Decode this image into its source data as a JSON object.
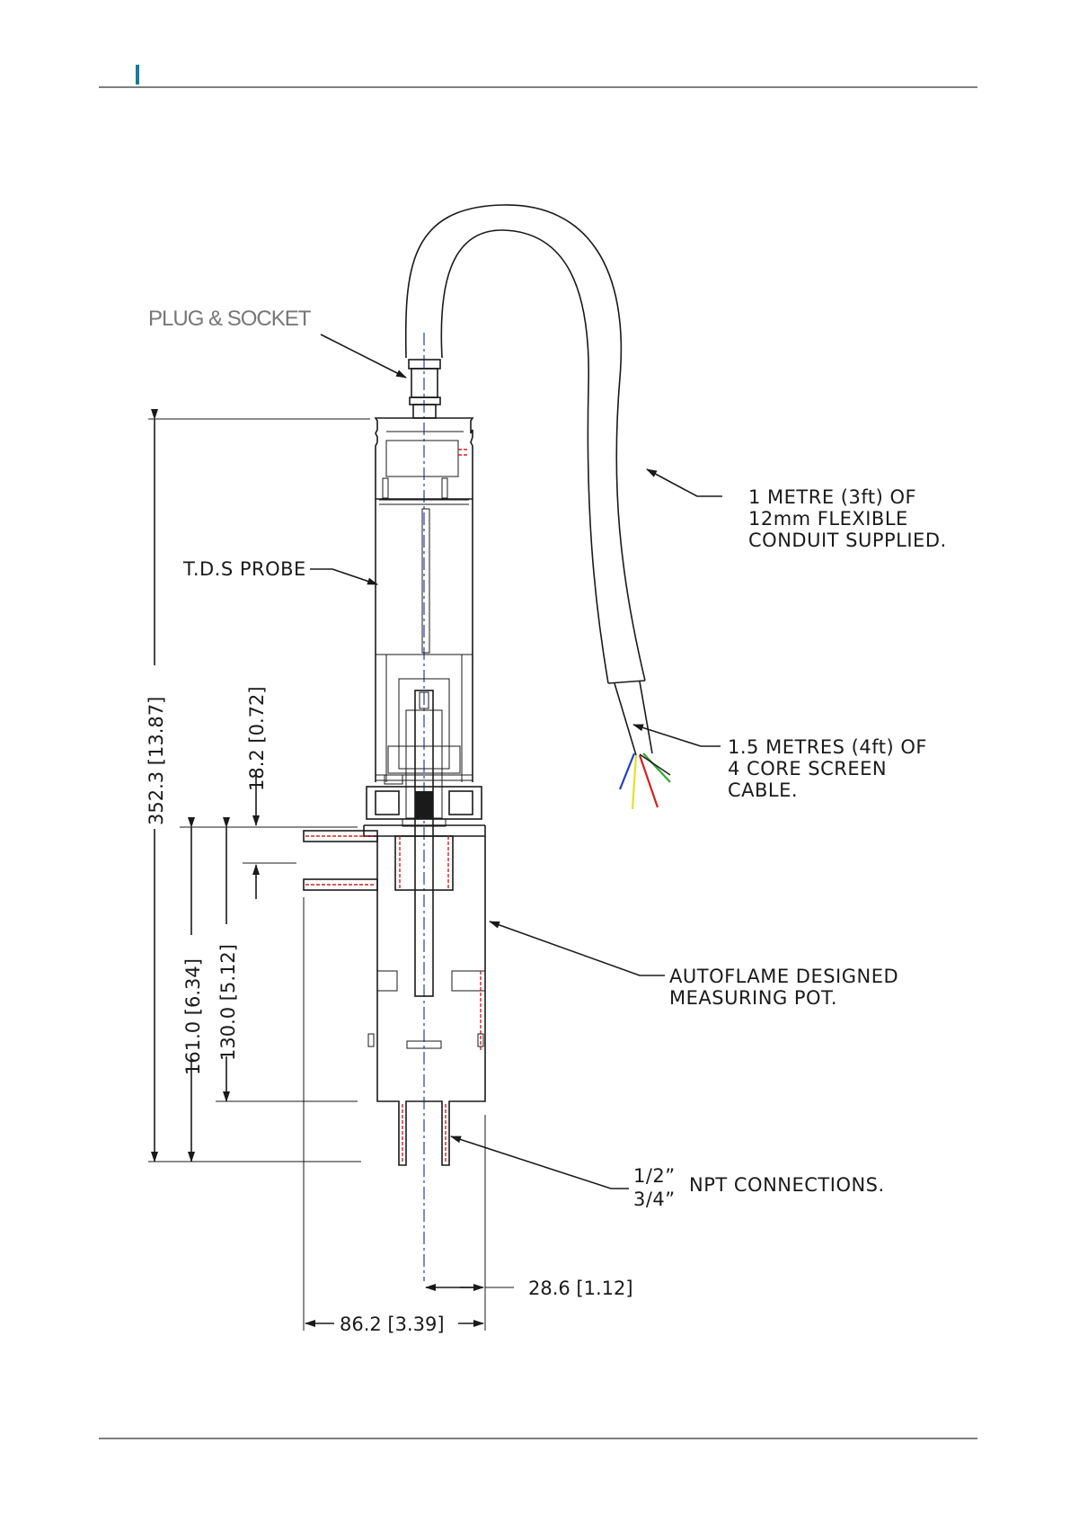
{
  "header": {
    "marker_color": "#1a7a9a",
    "rule_color": "#333333"
  },
  "labels": {
    "plug_socket": "PLUG & SOCKET",
    "conduit": [
      "1 METRE (3ft) OF",
      "12mm FLEXIBLE",
      "CONDUIT SUPPLIED."
    ],
    "probe": "T.D.S PROBE",
    "cable": [
      "1.5 METRES (4ft) OF",
      "4 CORE SCREEN",
      "CABLE."
    ],
    "pot": [
      "AUTOFLAME DESIGNED",
      "MEASURING POT."
    ],
    "npt_sizes": [
      "1/2”",
      "3/4”"
    ],
    "npt": "NPT CONNECTIONS."
  },
  "dimensions": {
    "overall_height": "352.3 [13.87]",
    "offset": "18.2 [0.72]",
    "pot_height": "161.0 [6.34]",
    "inlet_height": "130.0 [5.12]",
    "half_width": "28.6 [1.12]",
    "inlet_offset": "86.2 [3.39]"
  },
  "cable_wire_colors": [
    "#1f3fc8",
    "#e8e020",
    "#d42020",
    "#2eaa2e"
  ]
}
